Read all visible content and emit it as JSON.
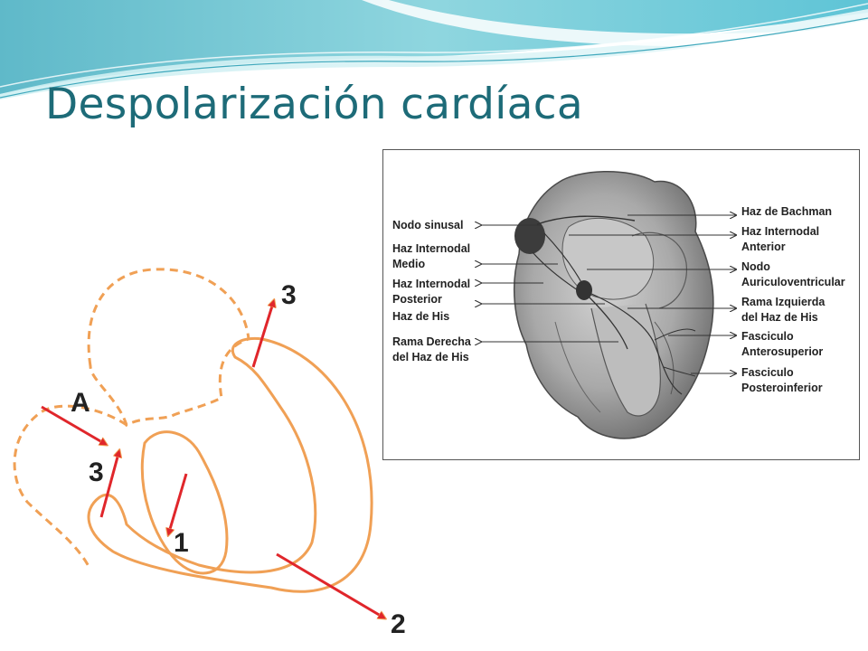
{
  "slide": {
    "title": "Despolarización cardíaca"
  },
  "left_diagram": {
    "labels": {
      "a": "A",
      "three_top": "3",
      "three_left": "3",
      "one": "1",
      "two": "2"
    },
    "colors": {
      "outline": "#f0a055",
      "arrow": "#e0262b"
    }
  },
  "heart_diagram": {
    "left_labels": {
      "nodo_sinusal": "Nodo sinusal",
      "haz_internodal_medio_1": "Haz Internodal",
      "haz_internodal_medio_2": "Medio",
      "haz_internodal_posterior_1": "Haz Internodal",
      "haz_internodal_posterior_2": "Posterior",
      "haz_de_his": "Haz de His",
      "rama_derecha_1": "Rama Derecha",
      "rama_derecha_2": "del Haz de His"
    },
    "right_labels": {
      "haz_bachman": "Haz de Bachman",
      "haz_internodal_anterior_1": "Haz Internodal",
      "haz_internodal_anterior_2": "Anterior",
      "nodo_av_1": "Nodo",
      "nodo_av_2": "Auriculoventricular",
      "rama_izquierda_1": "Rama Izquierda",
      "rama_izquierda_2": "del Haz de His",
      "fasciculo_antero_1": "Fasciculo",
      "fasciculo_antero_2": "Anterosuperior",
      "fasciculo_postero_1": "Fasciculo",
      "fasciculo_postero_2": "Posteroinferior"
    }
  }
}
